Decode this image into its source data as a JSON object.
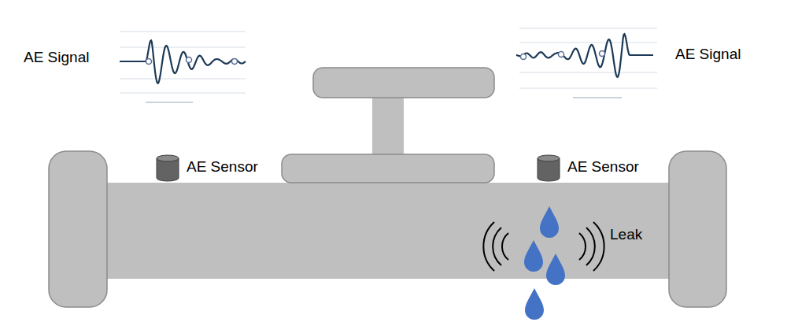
{
  "diagram": {
    "labels": [
      "AE Signal",
      "AE Signal",
      "AE Sensor",
      "AE Sensor",
      "Leak"
    ]
  }
}
